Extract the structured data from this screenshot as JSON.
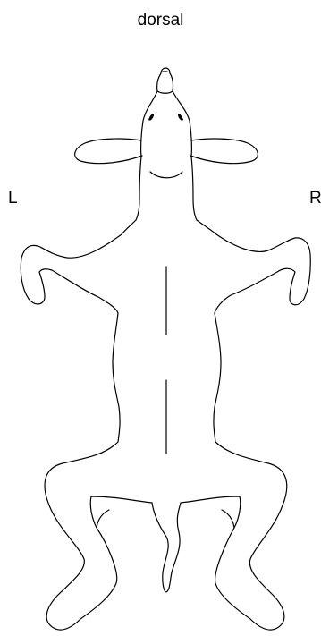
{
  "labels": {
    "view": "dorsal",
    "left": "L",
    "right": "R"
  },
  "colors": {
    "background": "#ffffff",
    "outline": "#000000"
  }
}
